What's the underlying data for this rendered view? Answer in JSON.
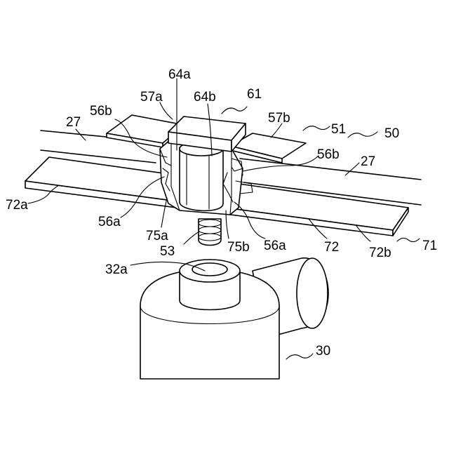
{
  "diagram": {
    "labels": {
      "l50": "50",
      "l51": "51",
      "l61": "61",
      "l64a": "64a",
      "l64b": "64b",
      "l57a": "57a",
      "l57b": "57b",
      "l56b_left": "56b",
      "l56b_right": "56b",
      "l27_left": "27",
      "l27_right": "27",
      "l72a": "72a",
      "l56a_left": "56a",
      "l56a_right": "56a",
      "l75a": "75a",
      "l75b": "75b",
      "l53": "53",
      "l72": "72",
      "l72b": "72b",
      "l71": "71",
      "l32a": "32a",
      "l30": "30"
    }
  }
}
